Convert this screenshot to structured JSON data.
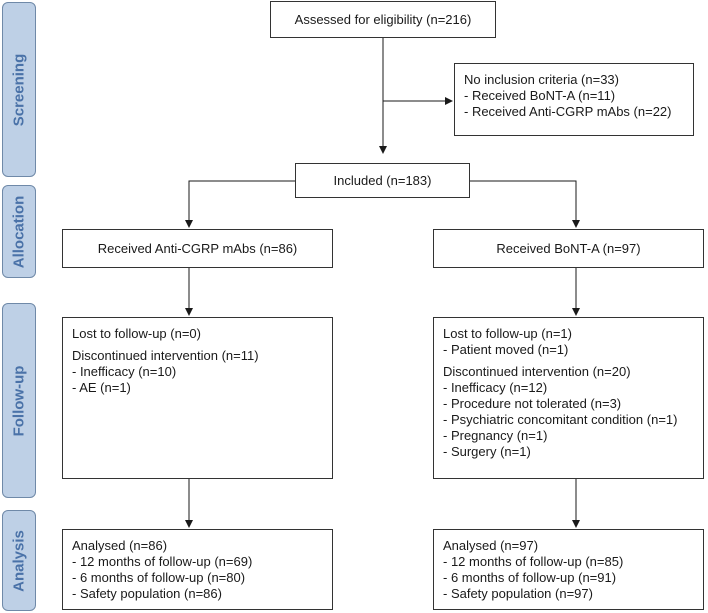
{
  "stages": {
    "screening": "Screening",
    "allocation": "Allocation",
    "followup": "Follow-up",
    "analysis": "Analysis"
  },
  "boxes": {
    "eligibility": "Assessed for eligibility (n=216)",
    "exclusion": {
      "title": "No inclusion criteria  (n=33)",
      "items": [
        "- Received BoNT-A (n=11)",
        "- Received Anti-CGRP mAbs (n=22)"
      ]
    },
    "included": "Included (n=183)",
    "arm_cgrp": "Received Anti-CGRP mAbs (n=86)",
    "arm_bont": "Received BoNT-A (n=97)",
    "followup_cgrp": {
      "lost": "Lost to follow-up (n=0)",
      "discontinued": "Discontinued intervention (n=11)",
      "items": [
        "- Inefficacy (n=10)",
        "- AE (n=1)"
      ]
    },
    "followup_bont": {
      "lost": "Lost to follow-up (n=1)",
      "lost_items": [
        "- Patient moved (n=1)"
      ],
      "discontinued": "Discontinued intervention (n=20)",
      "items": [
        "- Inefficacy (n=12)",
        "- Procedure not tolerated (n=3)",
        "- Psychiatric concomitant condition (n=1)",
        "- Pregnancy (n=1)",
        "- Surgery (n=1)"
      ]
    },
    "analysis_cgrp": {
      "title": "Analysed (n=86)",
      "items": [
        "- 12 months of follow-up (n=69)",
        "- 6 months of follow-up (n=80)",
        "- Safety population (n=86)"
      ]
    },
    "analysis_bont": {
      "title": "Analysed (n=97)",
      "items": [
        "- 12 months of follow-up (n=85)",
        "- 6 months of follow-up (n=91)",
        "- Safety population (n=97)"
      ]
    }
  }
}
